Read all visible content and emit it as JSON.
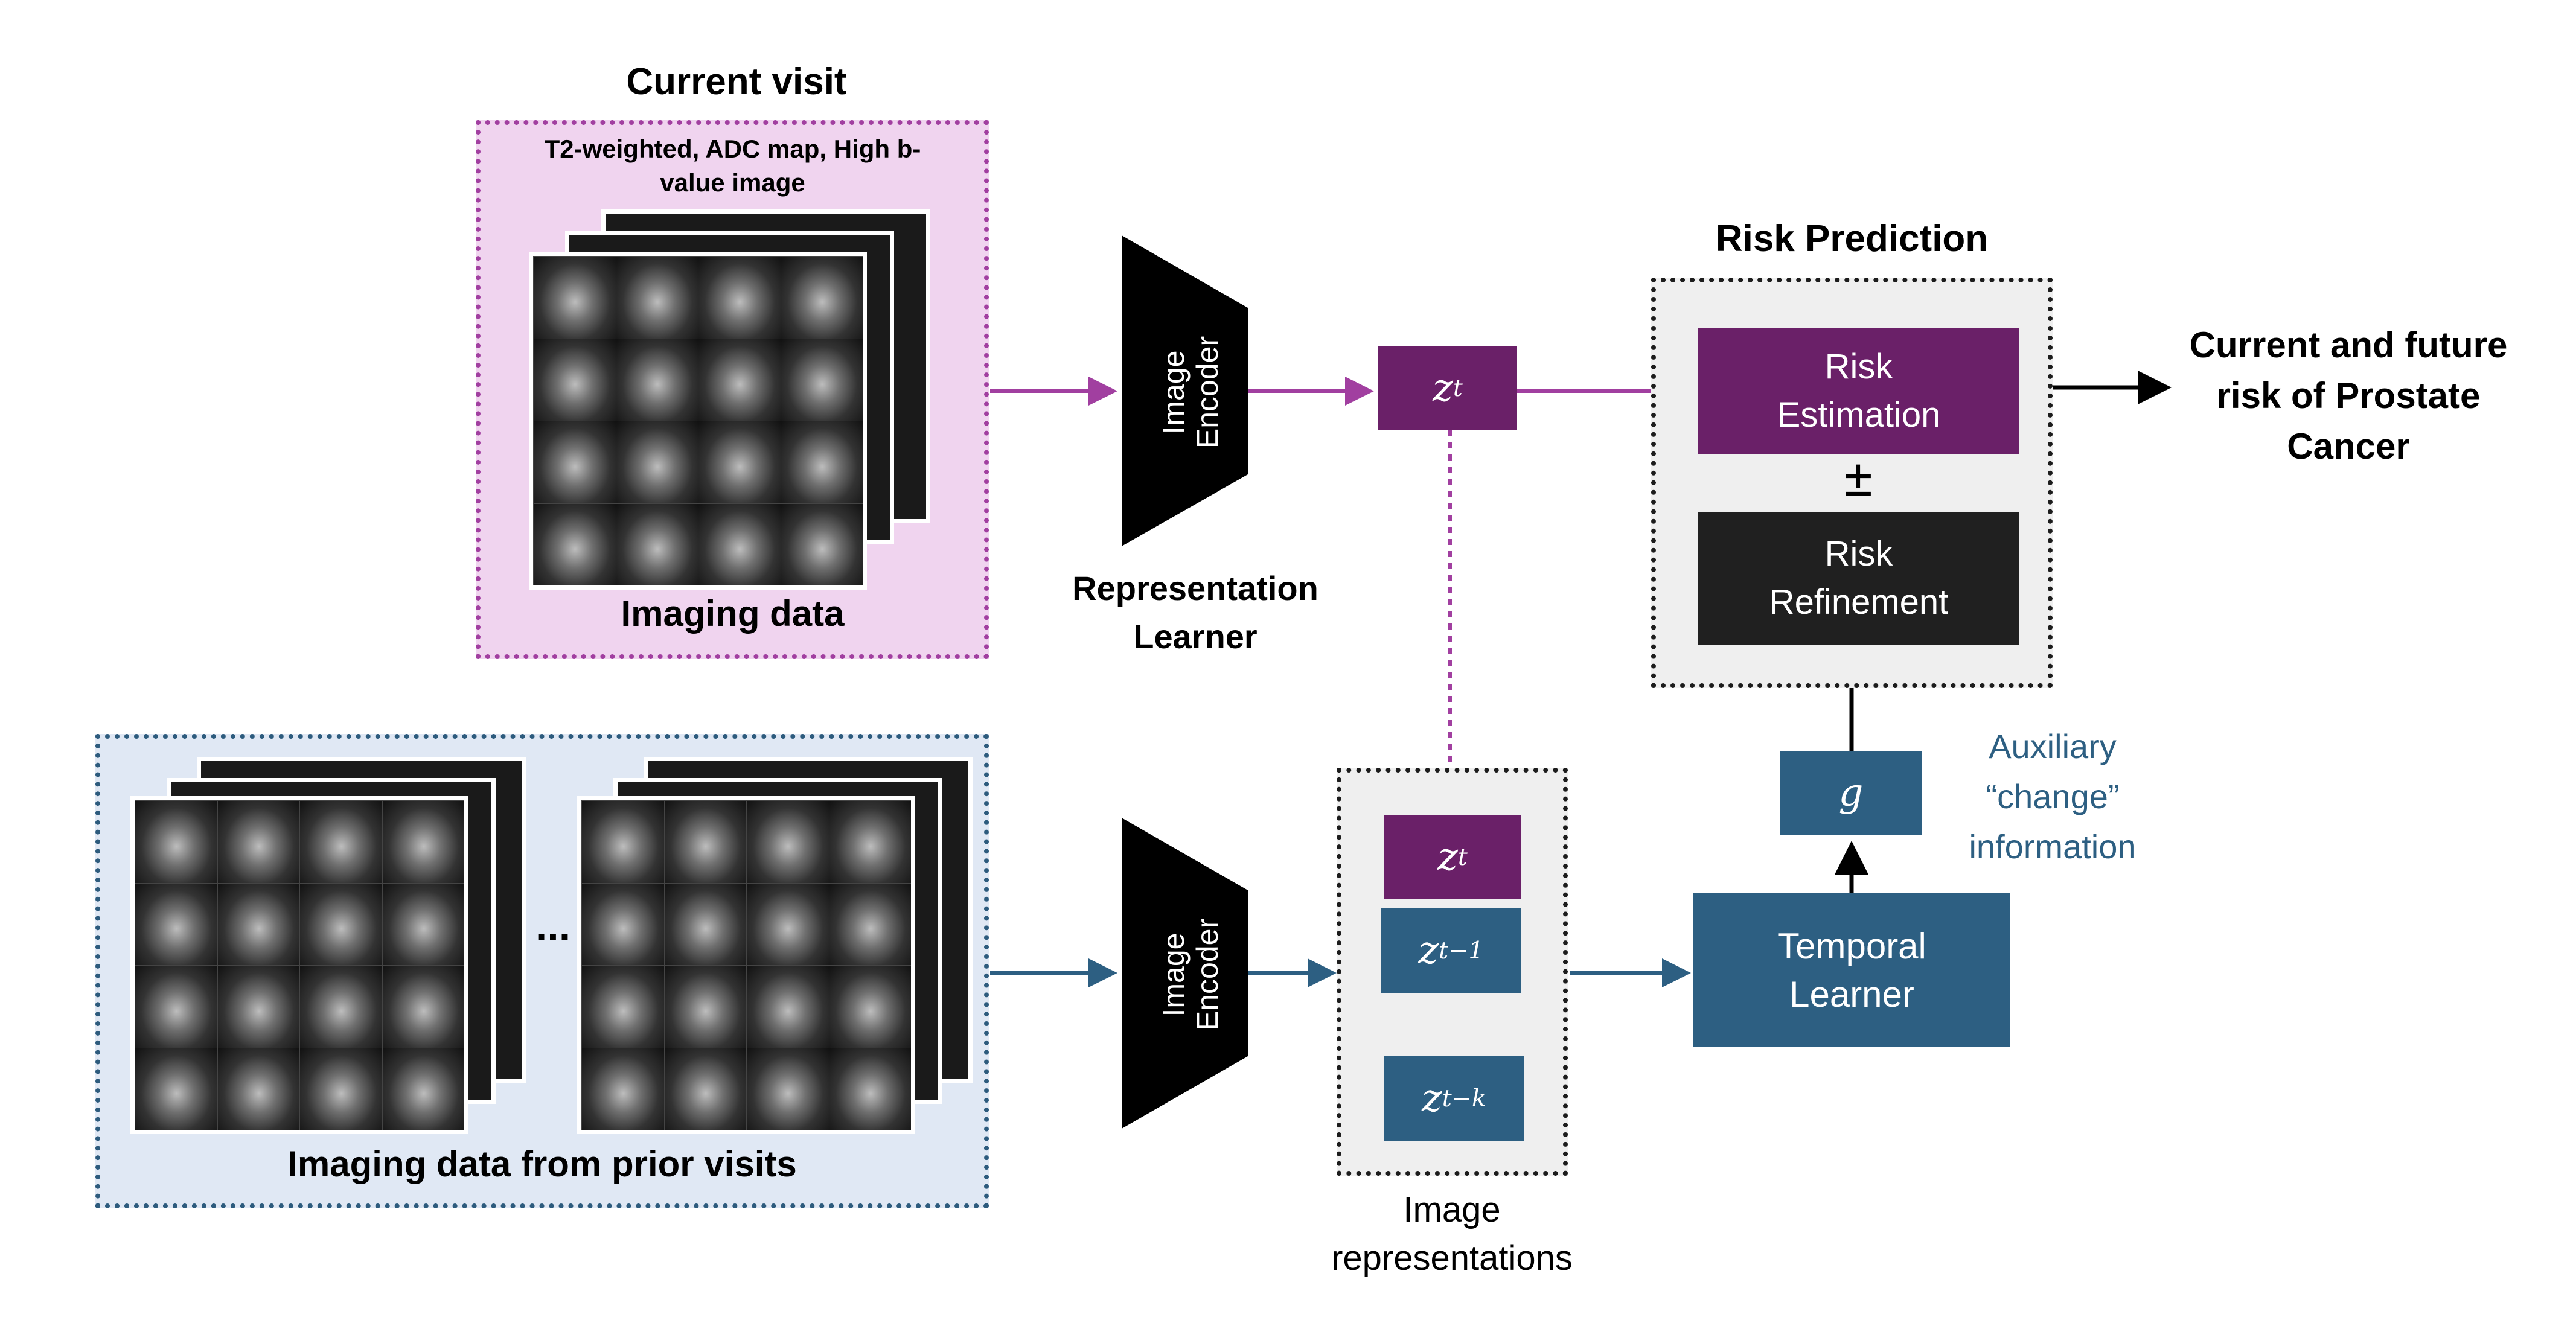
{
  "current_visit": {
    "title": "Current visit",
    "modalities": "T2-weighted, ADC map, High b-value image",
    "caption": "Imaging data"
  },
  "prior_visits": {
    "caption": "Imaging data from prior visits",
    "ellipsis": "..."
  },
  "encoder_top": {
    "label": "Image Encoder"
  },
  "encoder_bottom": {
    "label": "Image Encoder"
  },
  "representation_learner": {
    "label": "Representation Learner"
  },
  "z_top": {
    "symbol": "z",
    "subscript": "t"
  },
  "risk_prediction": {
    "title": "Risk Prediction",
    "estimation": "Risk Estimation",
    "plus_minus": "±",
    "refinement": "Risk Refinement"
  },
  "output": {
    "label": "Current and future risk of Prostate Cancer"
  },
  "image_representations": {
    "caption": "Image representations",
    "items": [
      {
        "symbol": "z",
        "subscript": "t"
      },
      {
        "symbol": "z",
        "subscript": "t−1"
      },
      {
        "symbol": "z",
        "subscript": "t−k"
      }
    ]
  },
  "temporal_learner": {
    "label": "Temporal Learner"
  },
  "g_box": {
    "symbol": "g"
  },
  "auxiliary": {
    "label": "Auxiliary “change” information"
  },
  "colors": {
    "purple": "#6a2068",
    "purple_arrow": "#a13fa0",
    "blue": "#2d5f82",
    "dark": "#202020"
  }
}
